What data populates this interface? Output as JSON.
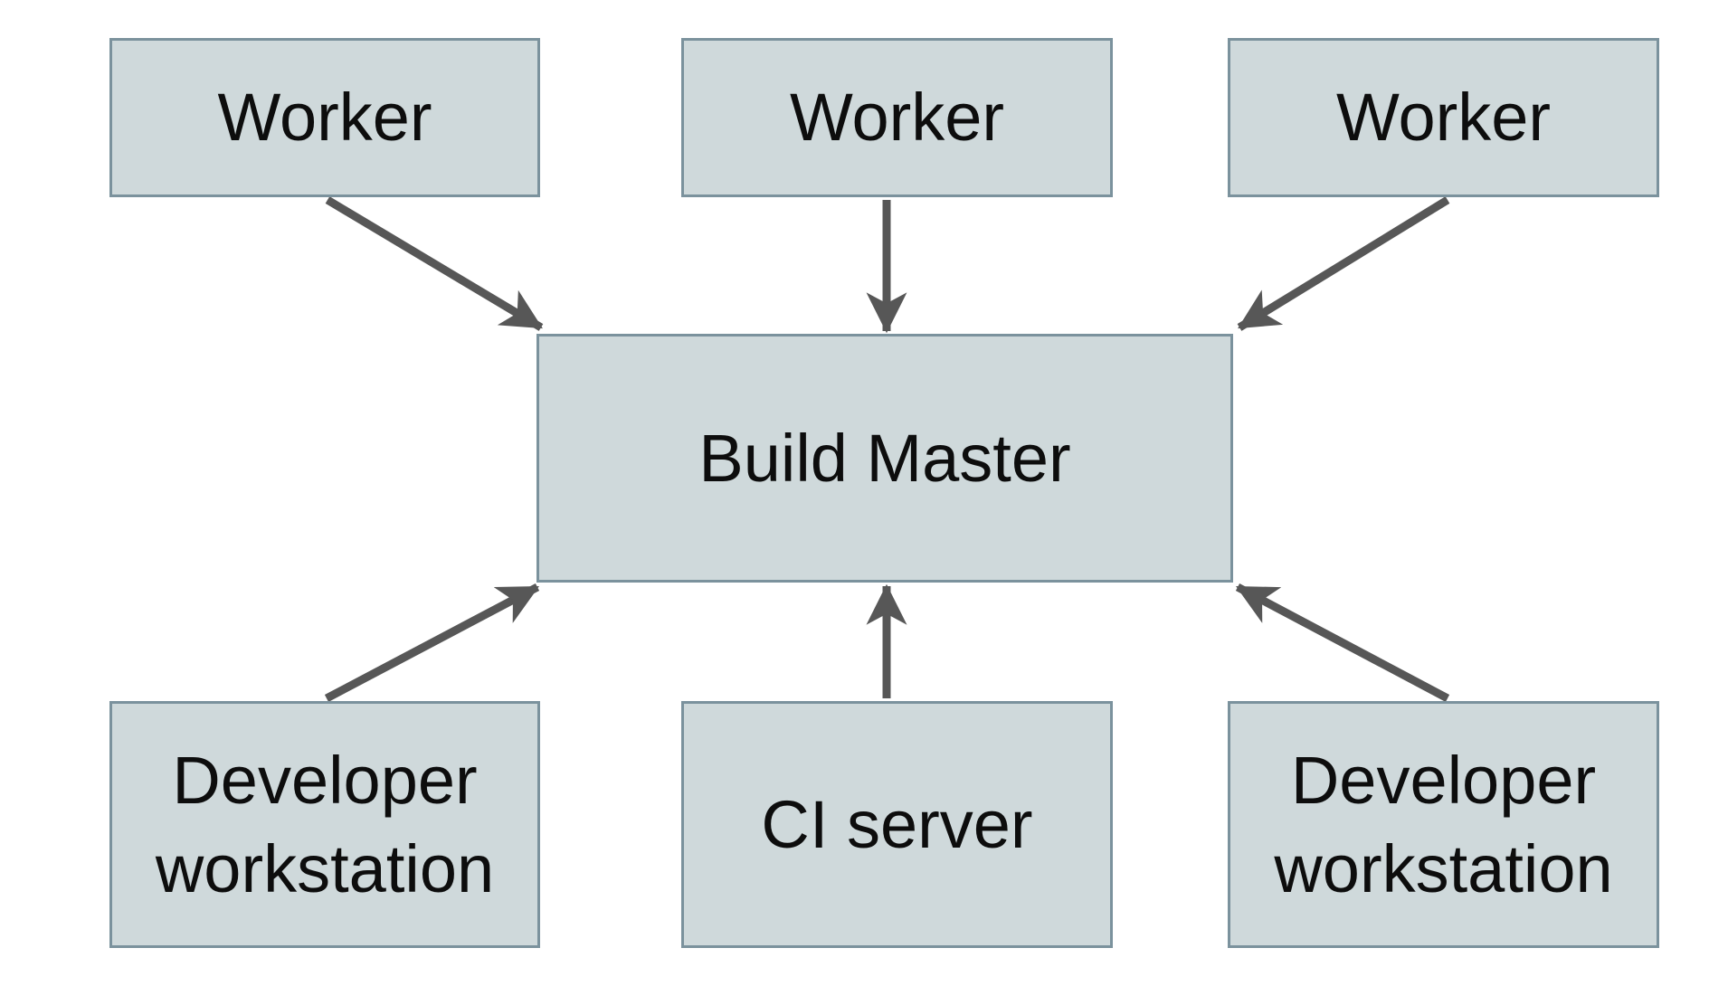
{
  "diagram": {
    "background_color": "#ffffff",
    "node_fill_color": "#cfd9db",
    "node_border_color": "#7b929d",
    "arrow_color": "#575757",
    "text_color": "#0d0d0d",
    "nodes": {
      "worker1": {
        "label": "Worker"
      },
      "worker2": {
        "label": "Worker"
      },
      "worker3": {
        "label": "Worker"
      },
      "buildMaster": {
        "label": "Build Master"
      },
      "devLeft": {
        "label": "Developer workstation"
      },
      "ciServer": {
        "label": "CI server"
      },
      "devRight": {
        "label": "Developer workstation"
      }
    },
    "edges": [
      {
        "from": "worker1",
        "to": "buildMaster"
      },
      {
        "from": "worker2",
        "to": "buildMaster"
      },
      {
        "from": "worker3",
        "to": "buildMaster"
      },
      {
        "from": "devLeft",
        "to": "buildMaster"
      },
      {
        "from": "ciServer",
        "to": "buildMaster"
      },
      {
        "from": "devRight",
        "to": "buildMaster"
      }
    ]
  }
}
